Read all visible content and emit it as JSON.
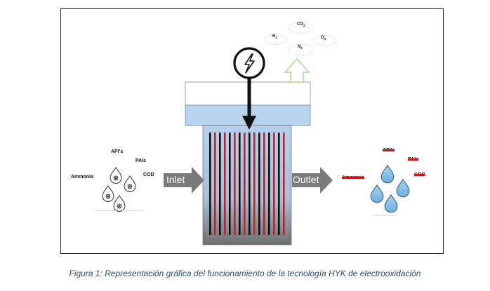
{
  "inputs": {
    "apis": "API's",
    "pais": "PAIs",
    "ammonia": "Ammonia",
    "cod": "COD"
  },
  "outputs": {
    "apis": "API's",
    "pais": "PAIs",
    "ammonia": "Ammonia",
    "cod": "COD"
  },
  "arrows": {
    "inlet": "Inlet",
    "outlet": "Outlet"
  },
  "gases": {
    "co2": {
      "base": "CO",
      "sub": "2"
    },
    "h2": {
      "base": "H",
      "sub": "2"
    },
    "o2": {
      "base": "O",
      "sub": "2"
    },
    "n2": {
      "base": "N",
      "sub": "2"
    }
  },
  "icons": {
    "power": "lightning-bolt-icon",
    "contaminated_drop": "contaminant-drop-icon",
    "clean_drop": "water-drop-icon",
    "gas_cloud": "cloud-icon",
    "gas_release": "up-arrow-icon"
  },
  "caption": "Figura 1: Representación gráfica del funcionamiento de la tecnología HYK de electrooxidación",
  "colors": {
    "electrode_red": "#e0161b",
    "electrode_black": "#111111",
    "water_blue": "#b7d3ee",
    "arrow_gray": "#7b7b7b",
    "drop_blue": "#8cc3e6",
    "gas_arrow_green": "#a9d58a",
    "caption": "#2d4a6e"
  }
}
